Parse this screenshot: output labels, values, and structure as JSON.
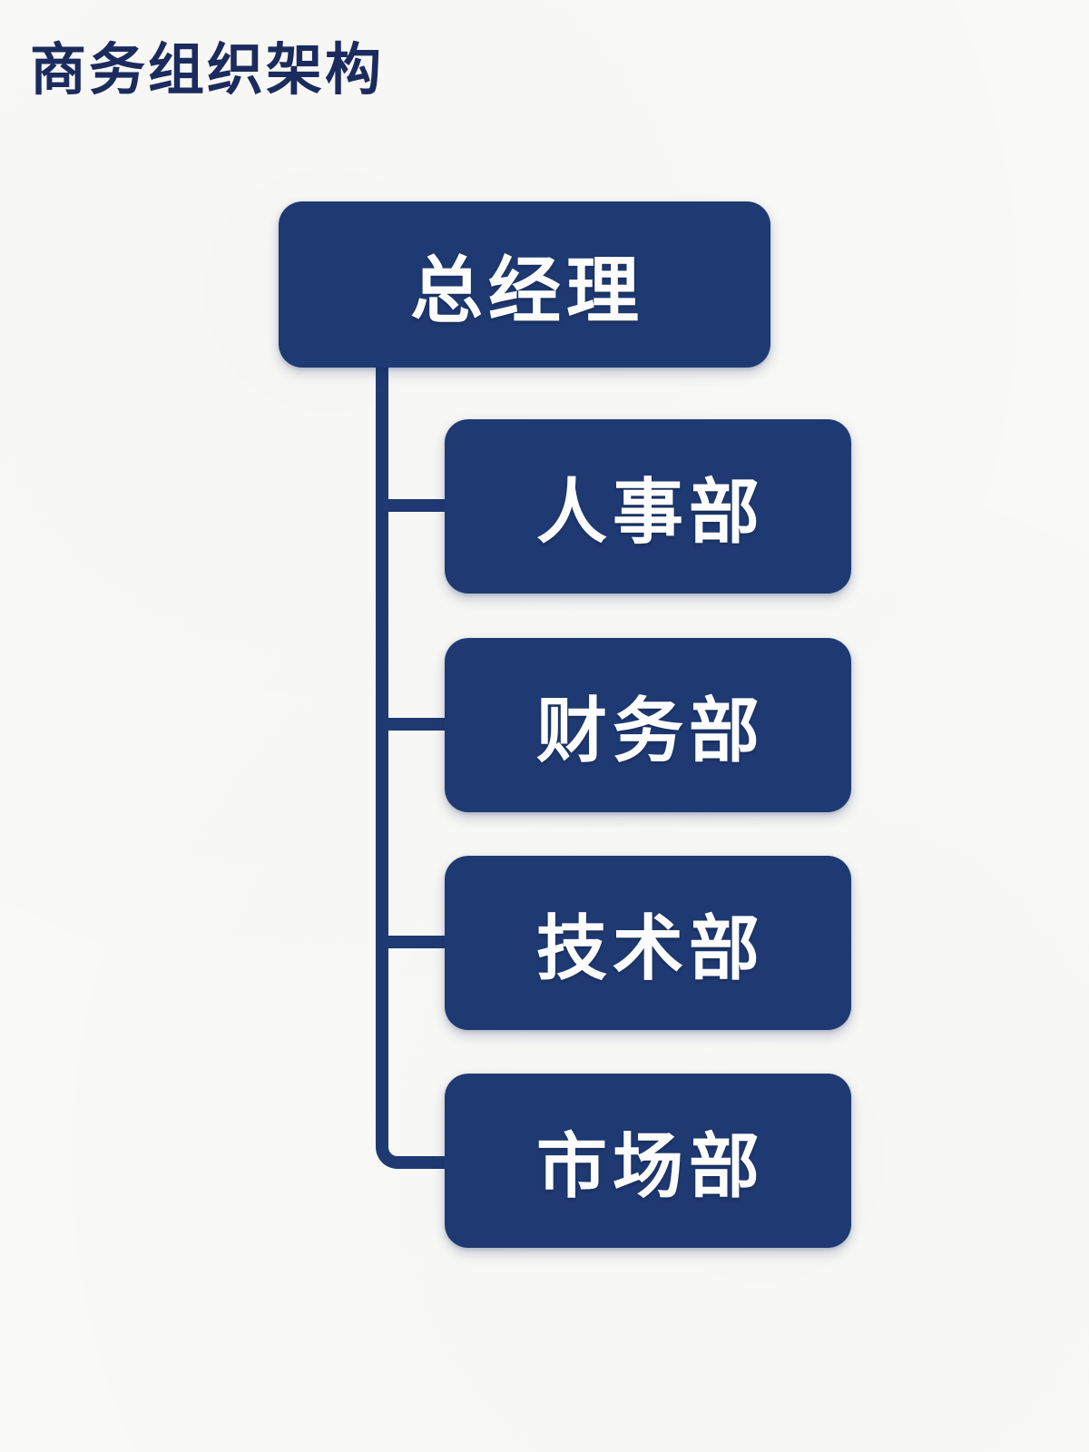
{
  "page": {
    "title": "商务组织架构"
  },
  "org_chart": {
    "root": {
      "label": "总经理"
    },
    "departments": [
      {
        "label": "人事部"
      },
      {
        "label": "财务部"
      },
      {
        "label": "技术部"
      },
      {
        "label": "市场部"
      }
    ]
  },
  "colors": {
    "background": "#f9f9f7",
    "title_text": "#1b2b5e",
    "node_fill": "#1f3a73",
    "node_text": "#ffffff",
    "connector": "#1f3a73"
  }
}
